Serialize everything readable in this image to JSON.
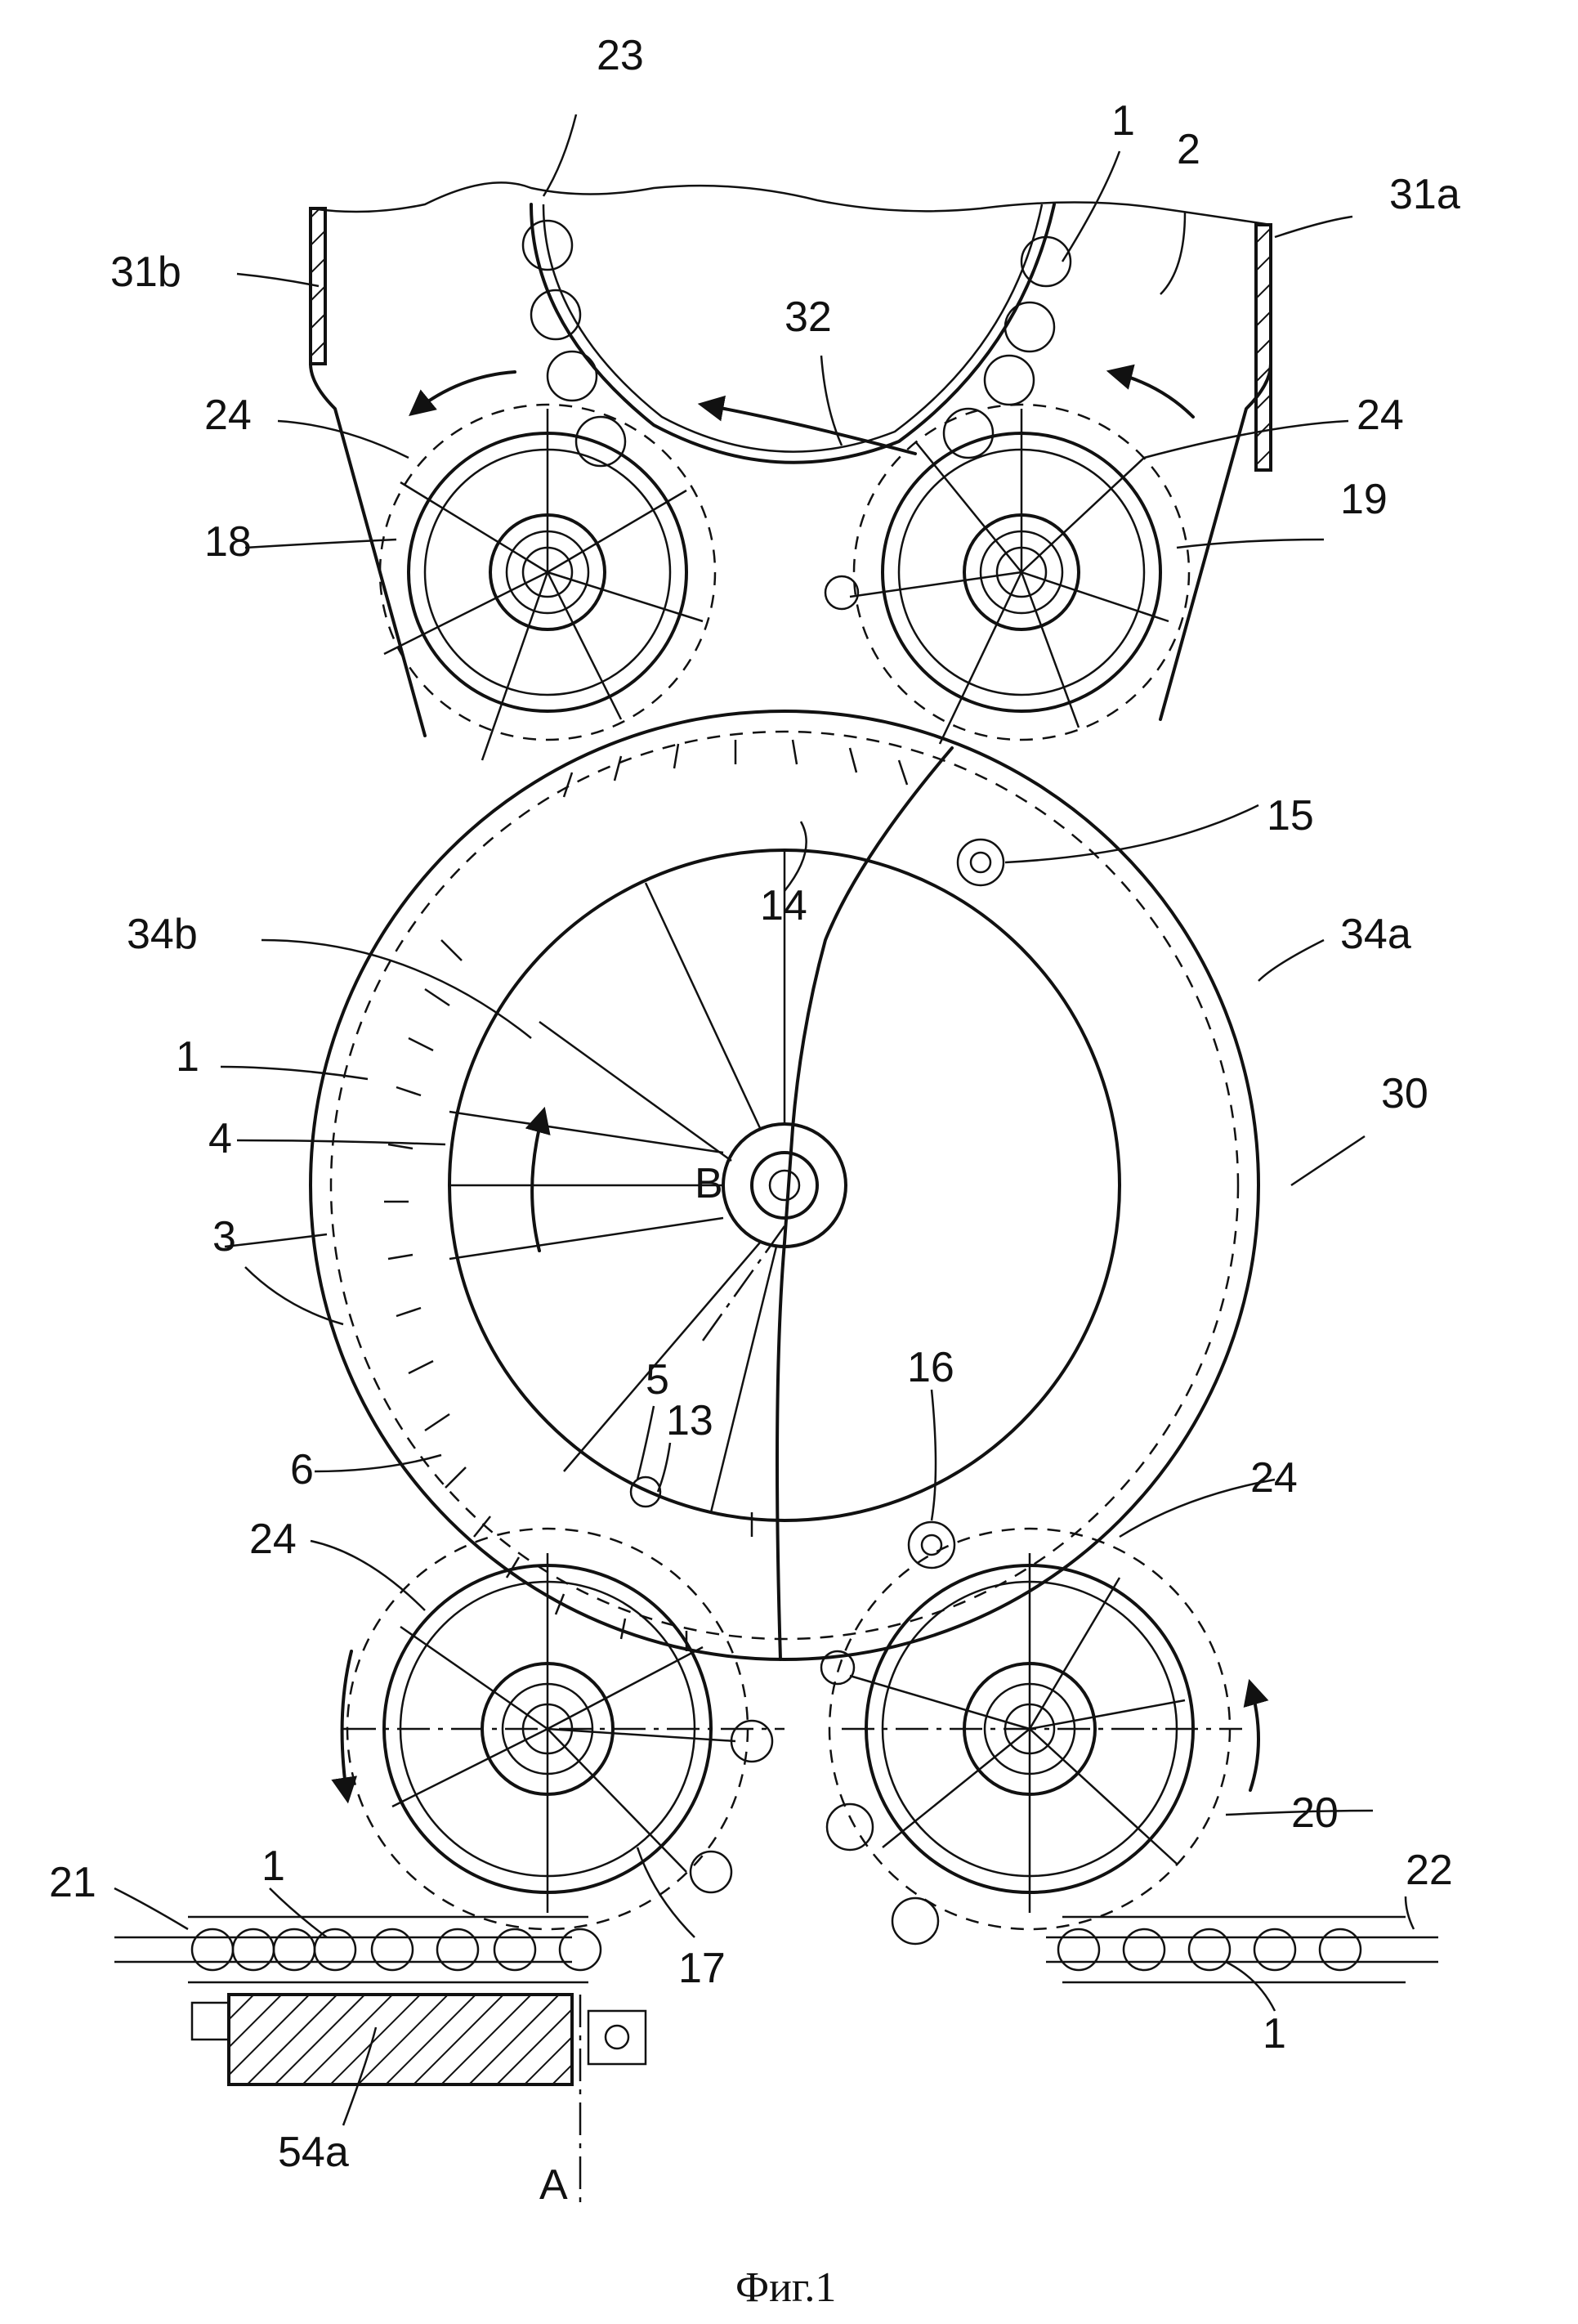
{
  "caption": "Фиг.1",
  "labels": {
    "l1_top": "1",
    "l2": "2",
    "l23": "23",
    "l31a": "31a",
    "l31b": "31b",
    "l32": "32",
    "l24_tl": "24",
    "l24_tr": "24",
    "l18": "18",
    "l19": "19",
    "l15": "15",
    "l14": "14",
    "l34b": "34b",
    "l34a": "34a",
    "l1_left": "1",
    "l4": "4",
    "lB": "B",
    "l30": "30",
    "l3": "3",
    "l5": "5",
    "l13": "13",
    "l16": "16",
    "l6": "6",
    "l24_bl": "24",
    "l24_br": "24",
    "l20": "20",
    "l21": "21",
    "l1_bl": "1",
    "l22": "22",
    "l17": "17",
    "l1_br": "1",
    "l54a": "54a",
    "lA": "A"
  }
}
